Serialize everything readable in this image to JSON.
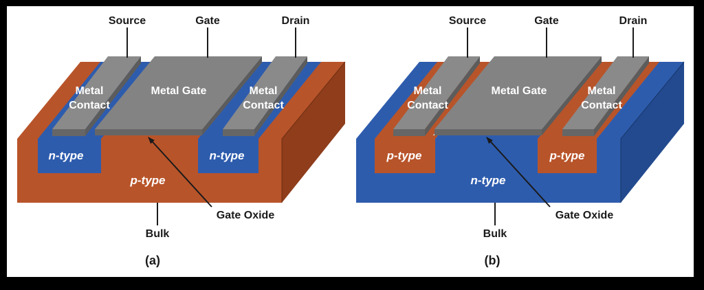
{
  "colors": {
    "frame": "#000000",
    "panel_bg": "#ffffff",
    "p_type": "#b8542a",
    "n_type": "#2e5cad",
    "metal": "#7c7c7c",
    "oxide": "#ffffff"
  },
  "panels": [
    {
      "id": "a",
      "caption": "(a)",
      "terminals": {
        "source": "Source",
        "gate": "Gate",
        "drain": "Drain"
      },
      "metal_contact_left": [
        "Metal",
        "Contact"
      ],
      "metal_gate": "Metal Gate",
      "metal_contact_right": [
        "Metal",
        "Contact"
      ],
      "well_left": "n-type",
      "well_right": "n-type",
      "substrate": "p-type",
      "gate_oxide": "Gate Oxide",
      "bulk": "Bulk"
    },
    {
      "id": "b",
      "caption": "(b)",
      "terminals": {
        "source": "Source",
        "gate": "Gate",
        "drain": "Drain"
      },
      "metal_contact_left": [
        "Metal",
        "Contact"
      ],
      "metal_gate": "Metal Gate",
      "metal_contact_right": [
        "Metal",
        "Contact"
      ],
      "well_left": "p-type",
      "well_right": "p-type",
      "substrate": "n-type",
      "gate_oxide": "Gate Oxide",
      "bulk": "Bulk"
    }
  ]
}
